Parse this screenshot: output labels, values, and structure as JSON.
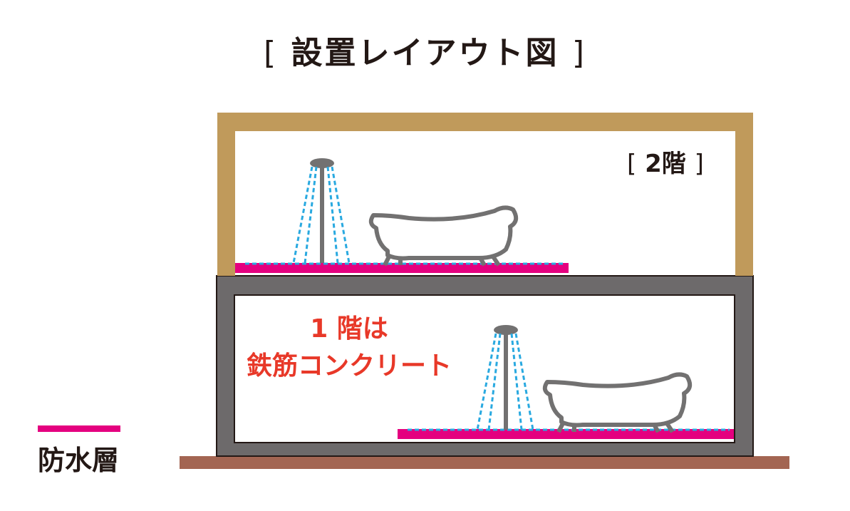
{
  "title": {
    "bracket_open": "[",
    "text": "設置レイアウト図",
    "bracket_close": "]"
  },
  "floor2": {
    "bracket_open": "[",
    "label": "2階",
    "bracket_close": "]"
  },
  "floor1": {
    "line1": "1 階は",
    "line2": "鉄筋コンクリート"
  },
  "legend": {
    "label": "防水層",
    "color": "#e4007f"
  },
  "colors": {
    "wood_frame": "#c09a5b",
    "concrete": "#6d6a6b",
    "foundation": "#a36552",
    "waterproof_layer": "#e4007f",
    "water_spray": "#29a9e0",
    "fixture_gray": "#727171",
    "annotation_red": "#e83828"
  },
  "icons": [
    "shower-head-icon",
    "bathtub-icon"
  ]
}
